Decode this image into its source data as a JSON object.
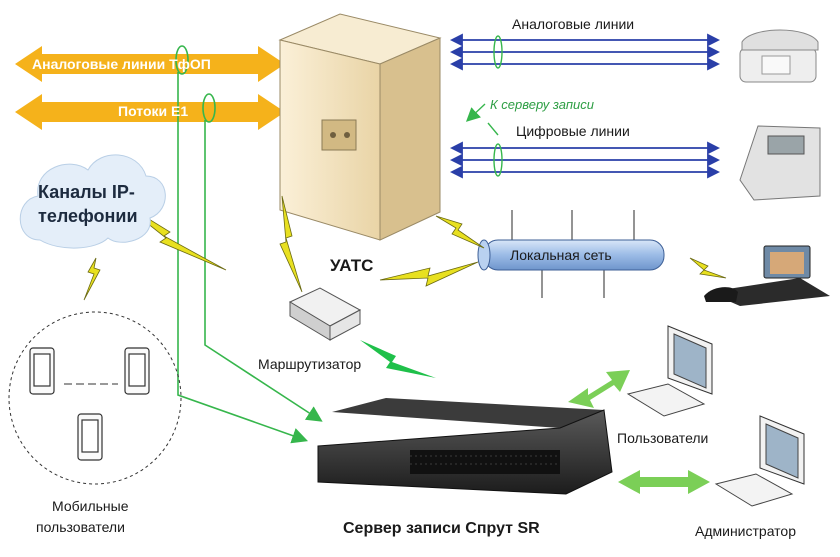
{
  "labels": {
    "tfop_lines": "Аналоговые линии ТфОП",
    "e1_streams": "Потоки Е1",
    "ip_channels_line1": "Каналы IP-",
    "ip_channels_line2": "телефонии",
    "pbx": "УАТС",
    "router": "Маршрутизатор",
    "lan": "Локальная сеть",
    "analog_lines": "Аналоговые линии",
    "to_record_server": "К серверу записи",
    "digital_lines": "Цифровые линии",
    "users": "Пользователи",
    "administrator": "Администратор",
    "mobile_users_line1": "Мобильные",
    "mobile_users_line2": "пользователи",
    "record_server": "Сервер записи Спрут SR"
  },
  "colors": {
    "orange_arrow": "#f5b21b",
    "blue_line": "#2a3fa8",
    "green_link": "#36b64c",
    "lightning": "#e8e020",
    "lan_fill": "#a9c6ea",
    "pbx_body": "#f3e3c0"
  },
  "icons": [
    "cloud-icon",
    "smartphone-icon",
    "analog-phone-icon",
    "digital-phone-icon",
    "video-phone-icon",
    "computer-icon",
    "router-icon",
    "server-icon",
    "pbx-cabinet-icon",
    "lightning-icon"
  ]
}
